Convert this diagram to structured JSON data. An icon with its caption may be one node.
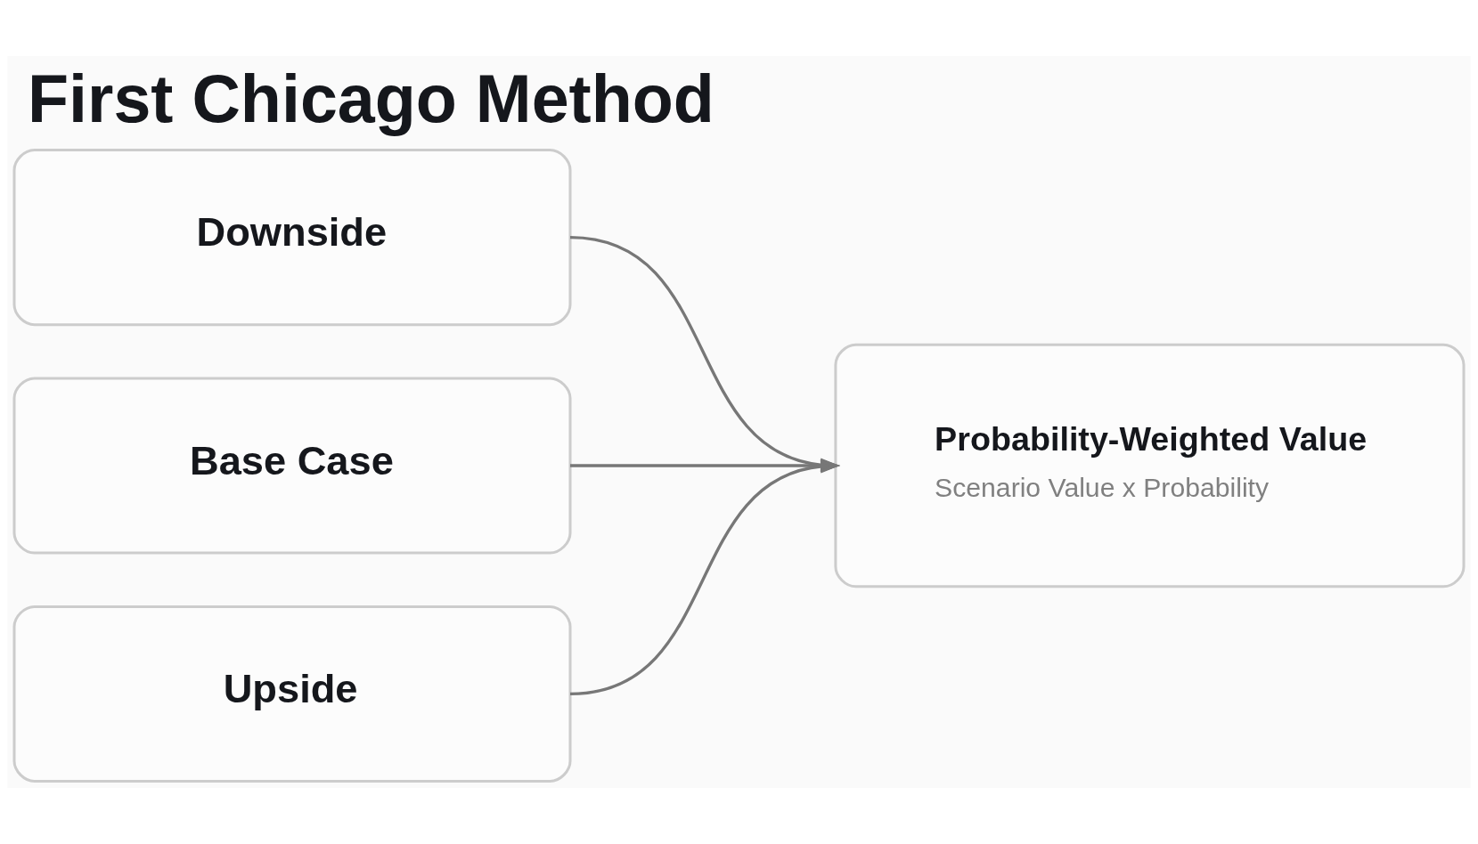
{
  "diagram": {
    "title": "First Chicago Method",
    "nodes": [
      {
        "text": [
          "Downside"
        ]
      },
      {
        "text": [
          "Base Case"
        ]
      },
      {
        "text": [
          "Upside"
        ]
      },
      {
        "text": [
          "Probability-Weighted Value",
          "Scenario Value x Probability"
        ]
      }
    ],
    "edges": [
      {
        "from": 0,
        "to": 3,
        "arrow": "to"
      },
      {
        "from": 1,
        "to": 3,
        "arrow": "to"
      },
      {
        "from": 2,
        "to": 3,
        "arrow": "to"
      }
    ]
  }
}
